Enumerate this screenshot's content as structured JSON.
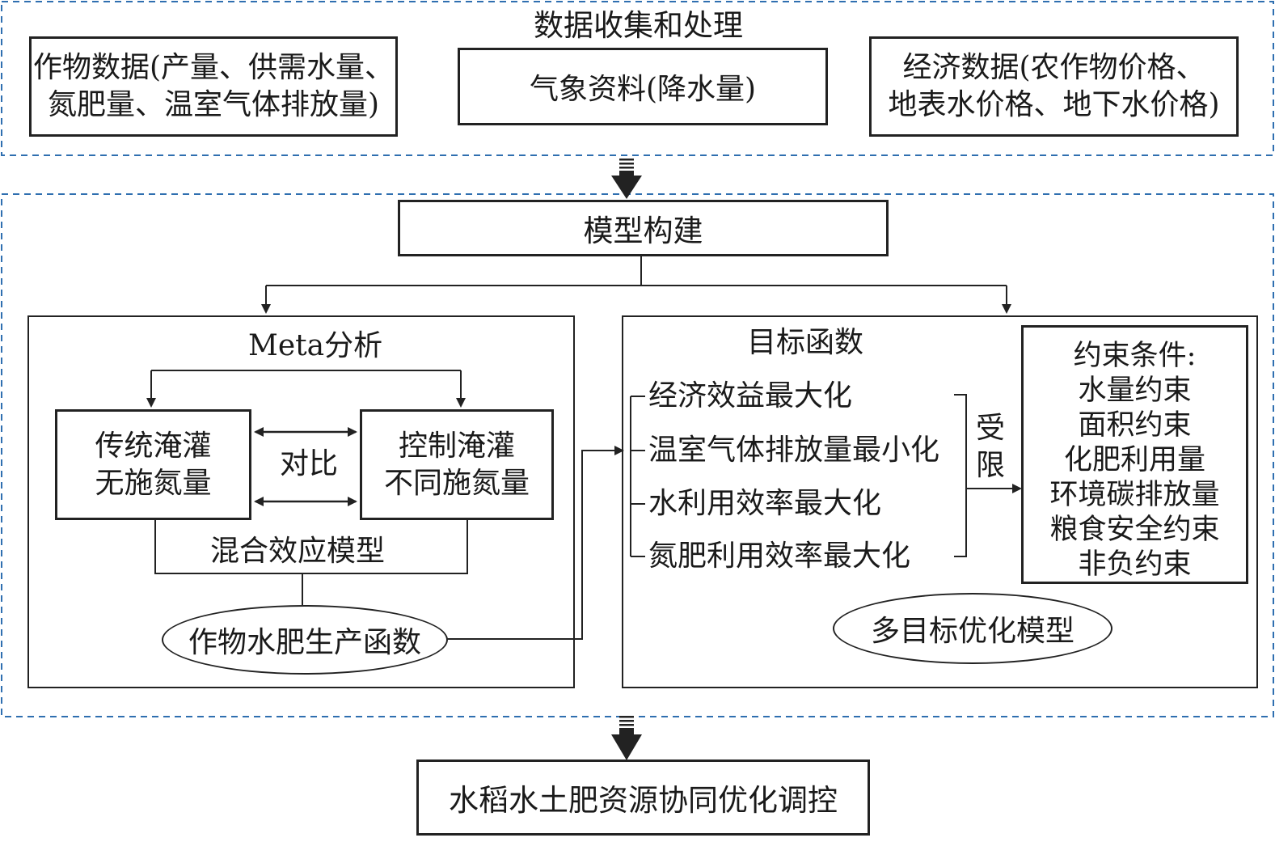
{
  "section_data": {
    "title": "数据收集和处理",
    "crop_data": [
      "作物数据(产量、供需水量、",
      "氮肥量、温室气体排放量)"
    ],
    "weather_data": "气象资料(降水量)",
    "economic_data": [
      "经济数据(农作物价格、",
      "地表水价格、地下水价格)"
    ]
  },
  "section_model": {
    "title": "模型构建",
    "meta": {
      "title": "Meta分析",
      "traditional": [
        "传统淹灌",
        "无施氮量"
      ],
      "controlled": [
        "控制淹灌",
        "不同施氮量"
      ],
      "compare": "对比",
      "mixed_model": "混合效应模型",
      "production_function": "作物水肥生产函数"
    },
    "objective": {
      "title": "目标函数",
      "items": [
        "经济效益最大化",
        "温室气体排放量最小化",
        "水利用效率最大化",
        "氮肥利用效率最大化"
      ],
      "limited_by": [
        "受",
        "限"
      ],
      "constraints": [
        "约束条件:",
        "水量约束",
        "面积约束",
        "化肥利用量",
        "环境碳排放量",
        "粮食安全约束",
        "非负约束"
      ],
      "multi_objective_model": "多目标优化模型"
    }
  },
  "result": "水稻水土肥资源协同优化调控",
  "colors": {
    "dashed_border": "#2f6fb0",
    "ink": "#222222"
  }
}
